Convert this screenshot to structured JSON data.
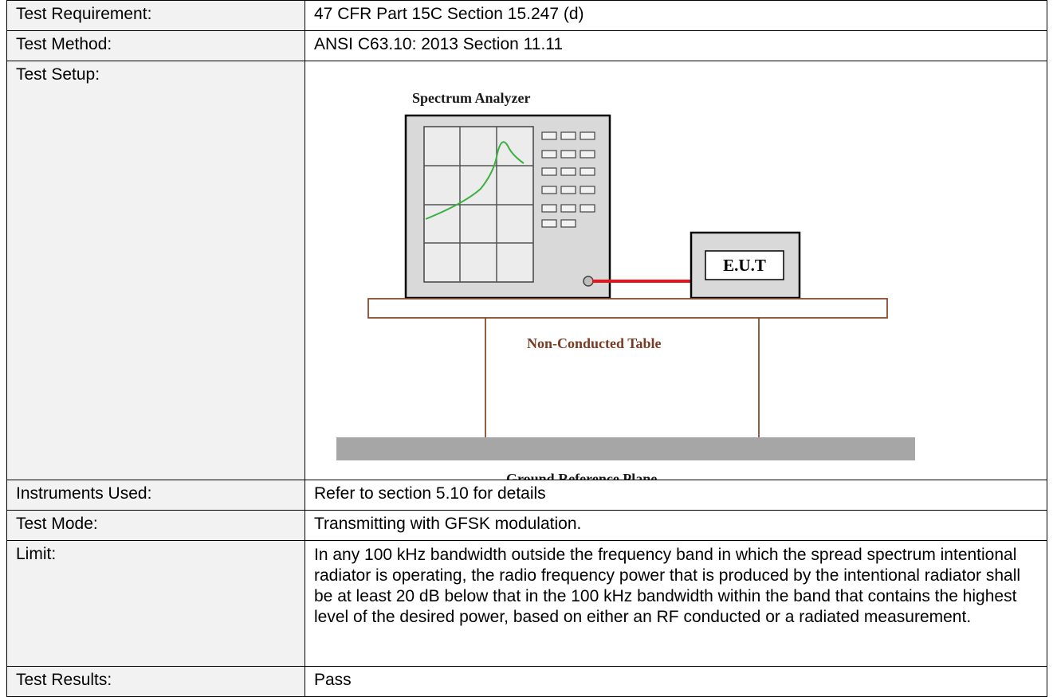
{
  "rows": {
    "test_requirement": {
      "label": "Test Requirement:",
      "value": "47 CFR Part 15C Section 15.247 (d)"
    },
    "test_method": {
      "label": "Test Method:",
      "value": "ANSI C63.10: 2013 Section 11.11"
    },
    "test_setup": {
      "label": "Test Setup:"
    },
    "instruments_used": {
      "label": "Instruments Used:",
      "value": "Refer to section 5.10 for details"
    },
    "test_mode": {
      "label": "Test Mode:",
      "value": "Transmitting with GFSK modulation."
    },
    "limit": {
      "label": "Limit:",
      "value": "In any 100 kHz bandwidth outside the frequency band in which the spread spectrum intentional radiator is operating, the radio frequency power that is produced by the intentional radiator shall be at least 20 dB below that in the 100 kHz bandwidth within the band that contains the highest level of the desired power, based on either an RF conducted or a radiated measurement."
    },
    "test_results": {
      "label": "Test Results:",
      "value": "Pass"
    }
  },
  "diagram": {
    "spectrum_analyzer_label": "Spectrum Analyzer",
    "eut_label": "E.U.T",
    "table_label": "Non-Conducted Table",
    "ground_label": "Ground Reference Plane",
    "colors": {
      "trace": "#3cb043",
      "cable": "#e8141c",
      "table": "#8b4a2b",
      "table_label": "#7a3b22",
      "device_fill": "#d9d9d9",
      "ground_plane": "#a6a6a6"
    }
  }
}
